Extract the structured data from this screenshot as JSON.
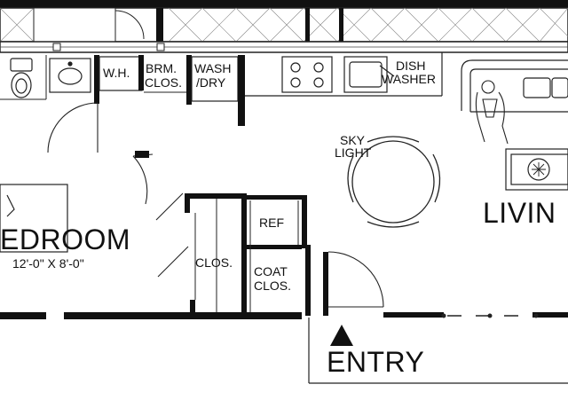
{
  "labels": {
    "wh": "W.H.",
    "brm_clos_1": "BRM.",
    "brm_clos_2": "CLOS.",
    "wash_1": "WASH",
    "wash_2": "/DRY",
    "dish_1": "DISH",
    "dish_2": "WASHER",
    "sky_1": "SKY",
    "sky_2": "LIGHT",
    "bedroom": "EDROOM",
    "bedroom_dim": "12'-0\" X 8'-0\"",
    "ref": "REF",
    "clos": "CLOS.",
    "coat_1": "COAT",
    "coat_2": "CLOS.",
    "living": "LIVIN",
    "entry": "ENTRY"
  },
  "colors": {
    "wall": "#1a1a1a",
    "line": "#222222",
    "background": "#ffffff"
  },
  "icons": [
    "toilet-icon",
    "sink-icon",
    "stove-icon",
    "kitchen-sink-icon",
    "sofa-icon",
    "armchair-person-icon",
    "coffee-table-icon",
    "dining-table-icon",
    "bed-icon",
    "entry-arrow-icon"
  ]
}
